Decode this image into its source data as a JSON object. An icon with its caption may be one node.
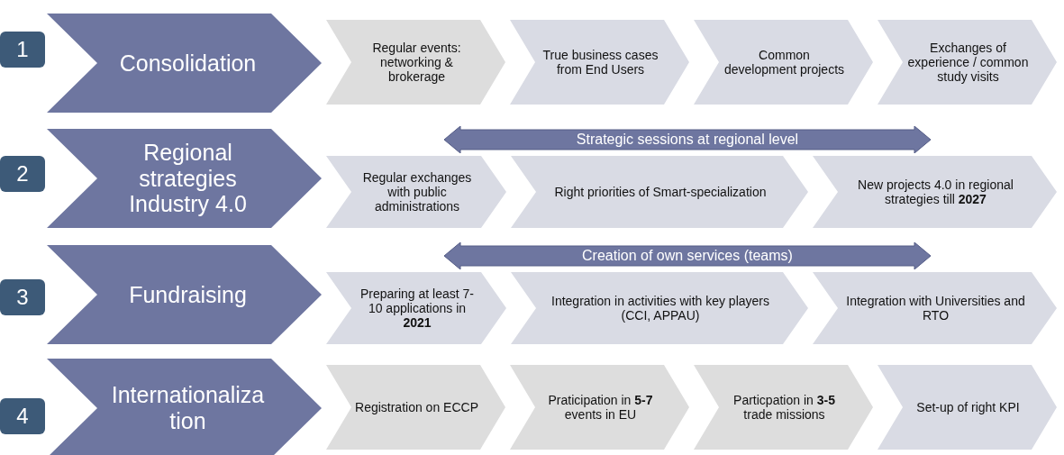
{
  "diagram": {
    "nodes": [
      {
        "text": [
          "1"
        ]
      },
      {
        "text": [
          "Consolidation"
        ]
      },
      {
        "text": [
          "Regular events: networking & brokerage"
        ]
      },
      {
        "text": [
          "True business cases from End Users"
        ]
      },
      {
        "text": [
          "Common development projects"
        ]
      },
      {
        "text": [
          "Exchanges of experience / common study visits"
        ]
      },
      {
        "text": [
          "2"
        ]
      },
      {
        "text": [
          "Regional strategies Industry 4.0"
        ]
      },
      {
        "text": [
          "Regular exchanges with public administrations"
        ]
      },
      {
        "text": [
          "Right priorities of Smart-specialization"
        ]
      },
      {
        "text": [
          "New projects 4.0 in regional strategies till **2027**"
        ]
      },
      {
        "text": [
          "Strategic sessions at regional level"
        ]
      },
      {
        "text": [
          "3"
        ]
      },
      {
        "text": [
          "Fundraising"
        ]
      },
      {
        "text": [
          "Preparing at least 7-10 applications in **2021**"
        ]
      },
      {
        "text": [
          "Integration in activities with key players (CCI, APPAU)"
        ]
      },
      {
        "text": [
          "Integration with Universities and RTO"
        ]
      },
      {
        "text": [
          "Creation of own services (teams)"
        ]
      },
      {
        "text": [
          "4"
        ]
      },
      {
        "text": [
          "Internationaliza tion"
        ]
      },
      {
        "text": [
          "Registration on ECCP"
        ]
      },
      {
        "text": [
          "Praticipation in **5-7** events in EU"
        ]
      },
      {
        "text": [
          "Particpation in **3-5** trade missions"
        ]
      },
      {
        "text": [
          "Set-up of right KPI"
        ]
      }
    ]
  }
}
